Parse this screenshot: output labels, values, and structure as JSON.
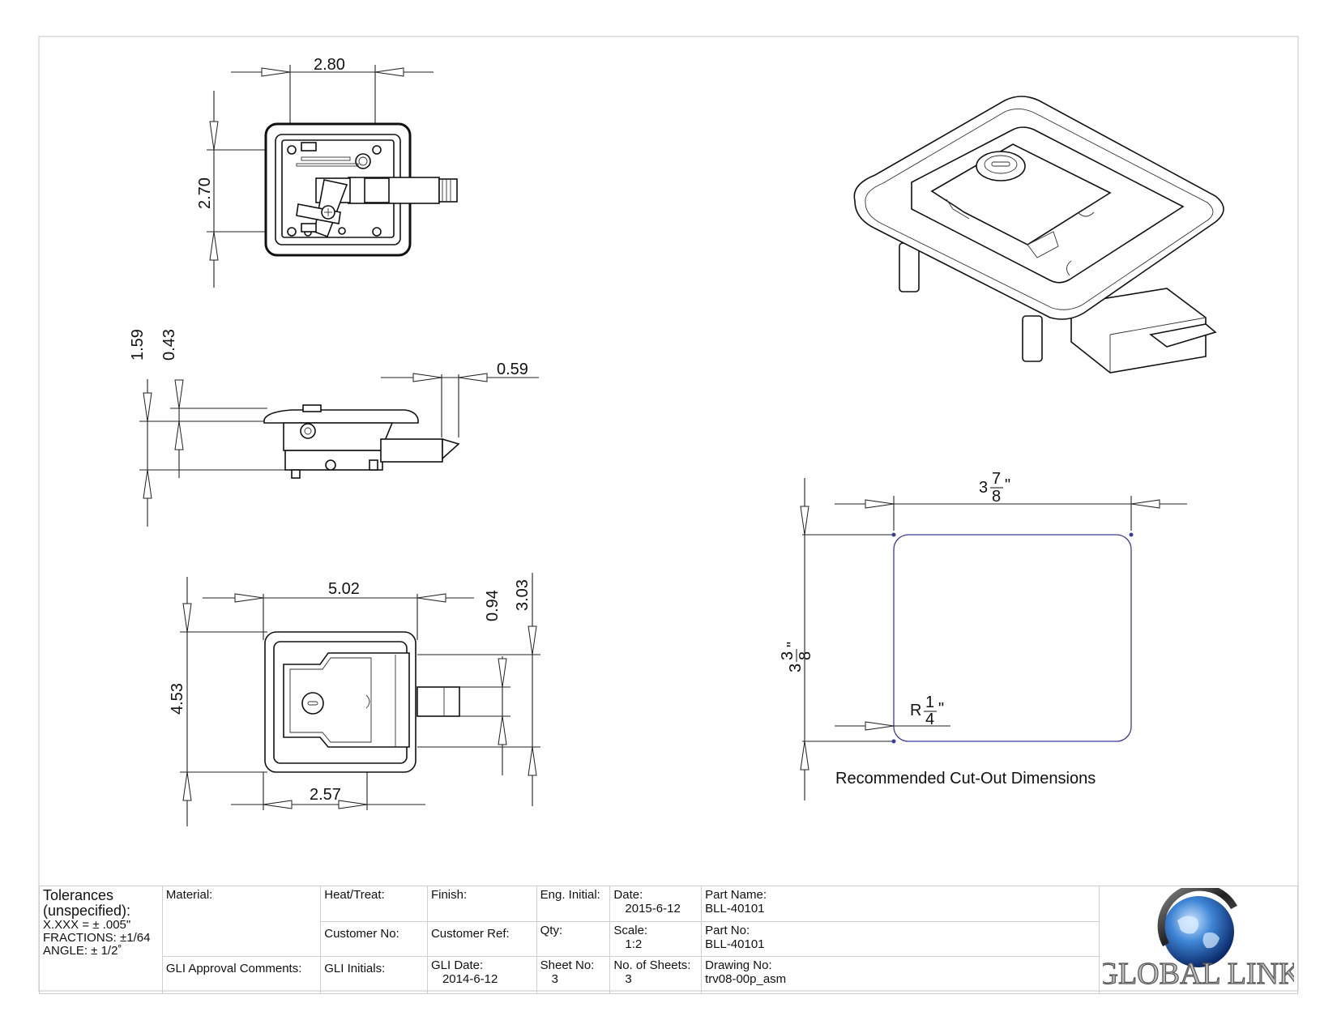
{
  "drawing": {
    "top_view": {
      "width_dim": "2.80",
      "height_dim": "2.70"
    },
    "side_view": {
      "overall_height_dim": "1.59",
      "flange_dim": "0.43",
      "bolt_dim": "0.59"
    },
    "front_view": {
      "width_dim": "5.02",
      "height_dim": "4.53",
      "offset_dim": "2.57",
      "bolt_height_dim": "0.94",
      "inner_height_dim": "3.03"
    },
    "cutout": {
      "title": "Recommended Cut-Out Dimensions",
      "width": {
        "whole": "3",
        "num": "7",
        "den": "8",
        "unit": "\""
      },
      "height": {
        "whole": "3",
        "num": "3",
        "den": "8",
        "unit": "\""
      },
      "radius": {
        "prefix": "R",
        "num": "1",
        "den": "4",
        "unit": "\""
      },
      "color": "#3b3b9a"
    }
  },
  "title_block": {
    "tolerances": {
      "title": "Tolerances (unspecified):",
      "xxx": "X.XXX = ± .005\"",
      "fractions": "FRACTIONS: ±1/64",
      "angle": "ANGLE: ± 1/2˚"
    },
    "material_label": "Material:",
    "heat_treat_label": "Heat/Treat:",
    "finish_label": "Finish:",
    "eng_initial_label": "Eng. Initial:",
    "date_label": "Date:",
    "date_value": "2015-6-12",
    "part_name_label": "Part Name:",
    "part_name_value": "BLL-40101",
    "customer_no_label": "Customer No:",
    "customer_ref_label": "Customer Ref:",
    "qty_label": "Qty:",
    "scale_label": "Scale:",
    "scale_value": "1:2",
    "part_no_label": "Part No:",
    "part_no_value": "BLL-40101",
    "gli_approval_label": "GLI Approval Comments:",
    "gli_initials_label": "GLI Initials:",
    "gli_date_label": "GLI Date:",
    "gli_date_value": "2014-6-12",
    "sheet_no_label": "Sheet No:",
    "sheet_no_value": "3",
    "no_sheets_label": "No. of Sheets:",
    "no_sheets_value": "3",
    "drawing_no_label": "Drawing No:",
    "drawing_no_value": "trv08-00p_asm",
    "logo_text": "GLOBAL LINK"
  }
}
